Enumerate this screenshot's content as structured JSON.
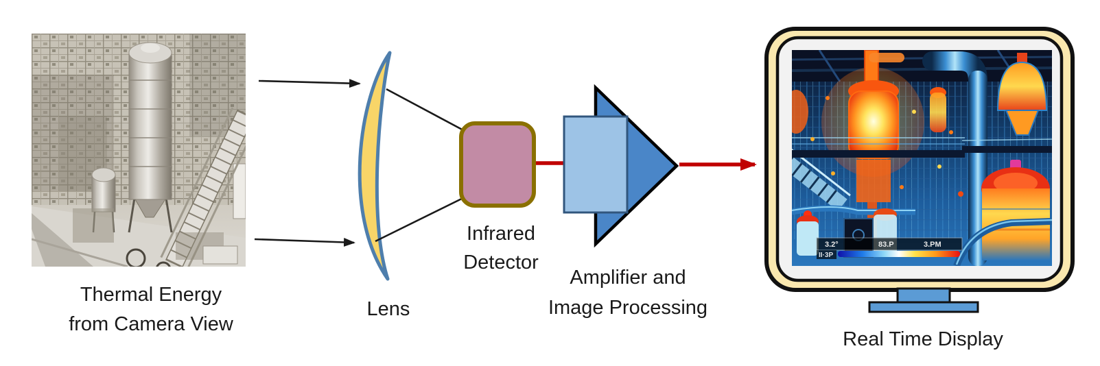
{
  "diagram": {
    "description": "Thermal imaging camera working principle flow diagram",
    "labels": {
      "source_line1": "Thermal Energy",
      "source_line2": "from Camera View",
      "lens": "Lens",
      "detector_line1": "Infrared",
      "detector_line2": "Detector",
      "amplifier_line1": "Amplifier and",
      "amplifier_line2": "Image Processing",
      "display": "Real Time Display"
    },
    "nodes": [
      {
        "id": "source",
        "label": "Thermal Energy from Camera View",
        "kind": "photo-industrial-plant-grayscale"
      },
      {
        "id": "lens",
        "label": "Lens",
        "kind": "lens-crescent-shape"
      },
      {
        "id": "detector",
        "label": "Infrared Detector",
        "kind": "rounded-square"
      },
      {
        "id": "amplifier",
        "label": "Amplifier and Image Processing",
        "kind": "triangle-with-rectangle"
      },
      {
        "id": "display",
        "label": "Real Time Display",
        "kind": "monitor-with-thermal-image"
      }
    ],
    "connections": [
      {
        "from": "source",
        "to": "lens",
        "style": "black-arrow",
        "count": 2
      },
      {
        "from": "lens",
        "to": "detector",
        "style": "black-arrow",
        "count": 2
      },
      {
        "from": "detector",
        "to": "amplifier",
        "style": "red-line"
      },
      {
        "from": "amplifier",
        "to": "display",
        "style": "red-arrow"
      }
    ]
  },
  "display_overlay": {
    "reading_left": "3.2°",
    "reading_center": "83.P",
    "reading_right": "3.PM",
    "scale_label": "II·3P"
  },
  "colors": {
    "lens_fill": "#F8D568",
    "lens_stroke": "#4E7EAC",
    "detector_fill": "#C28BA5",
    "detector_border": "#8A7000",
    "amplifier_rect_fill": "#9DC3E6",
    "amplifier_rect_border": "#31567D",
    "amplifier_triangle_fill": "#4A86C8",
    "signal_red": "#C00000",
    "monitor_bezel_cream": "#FAE8AF",
    "monitor_screen": "#F2F2F2",
    "monitor_stand_blue": "#5B9BD5",
    "arrow_black": "#1A1A1A"
  }
}
